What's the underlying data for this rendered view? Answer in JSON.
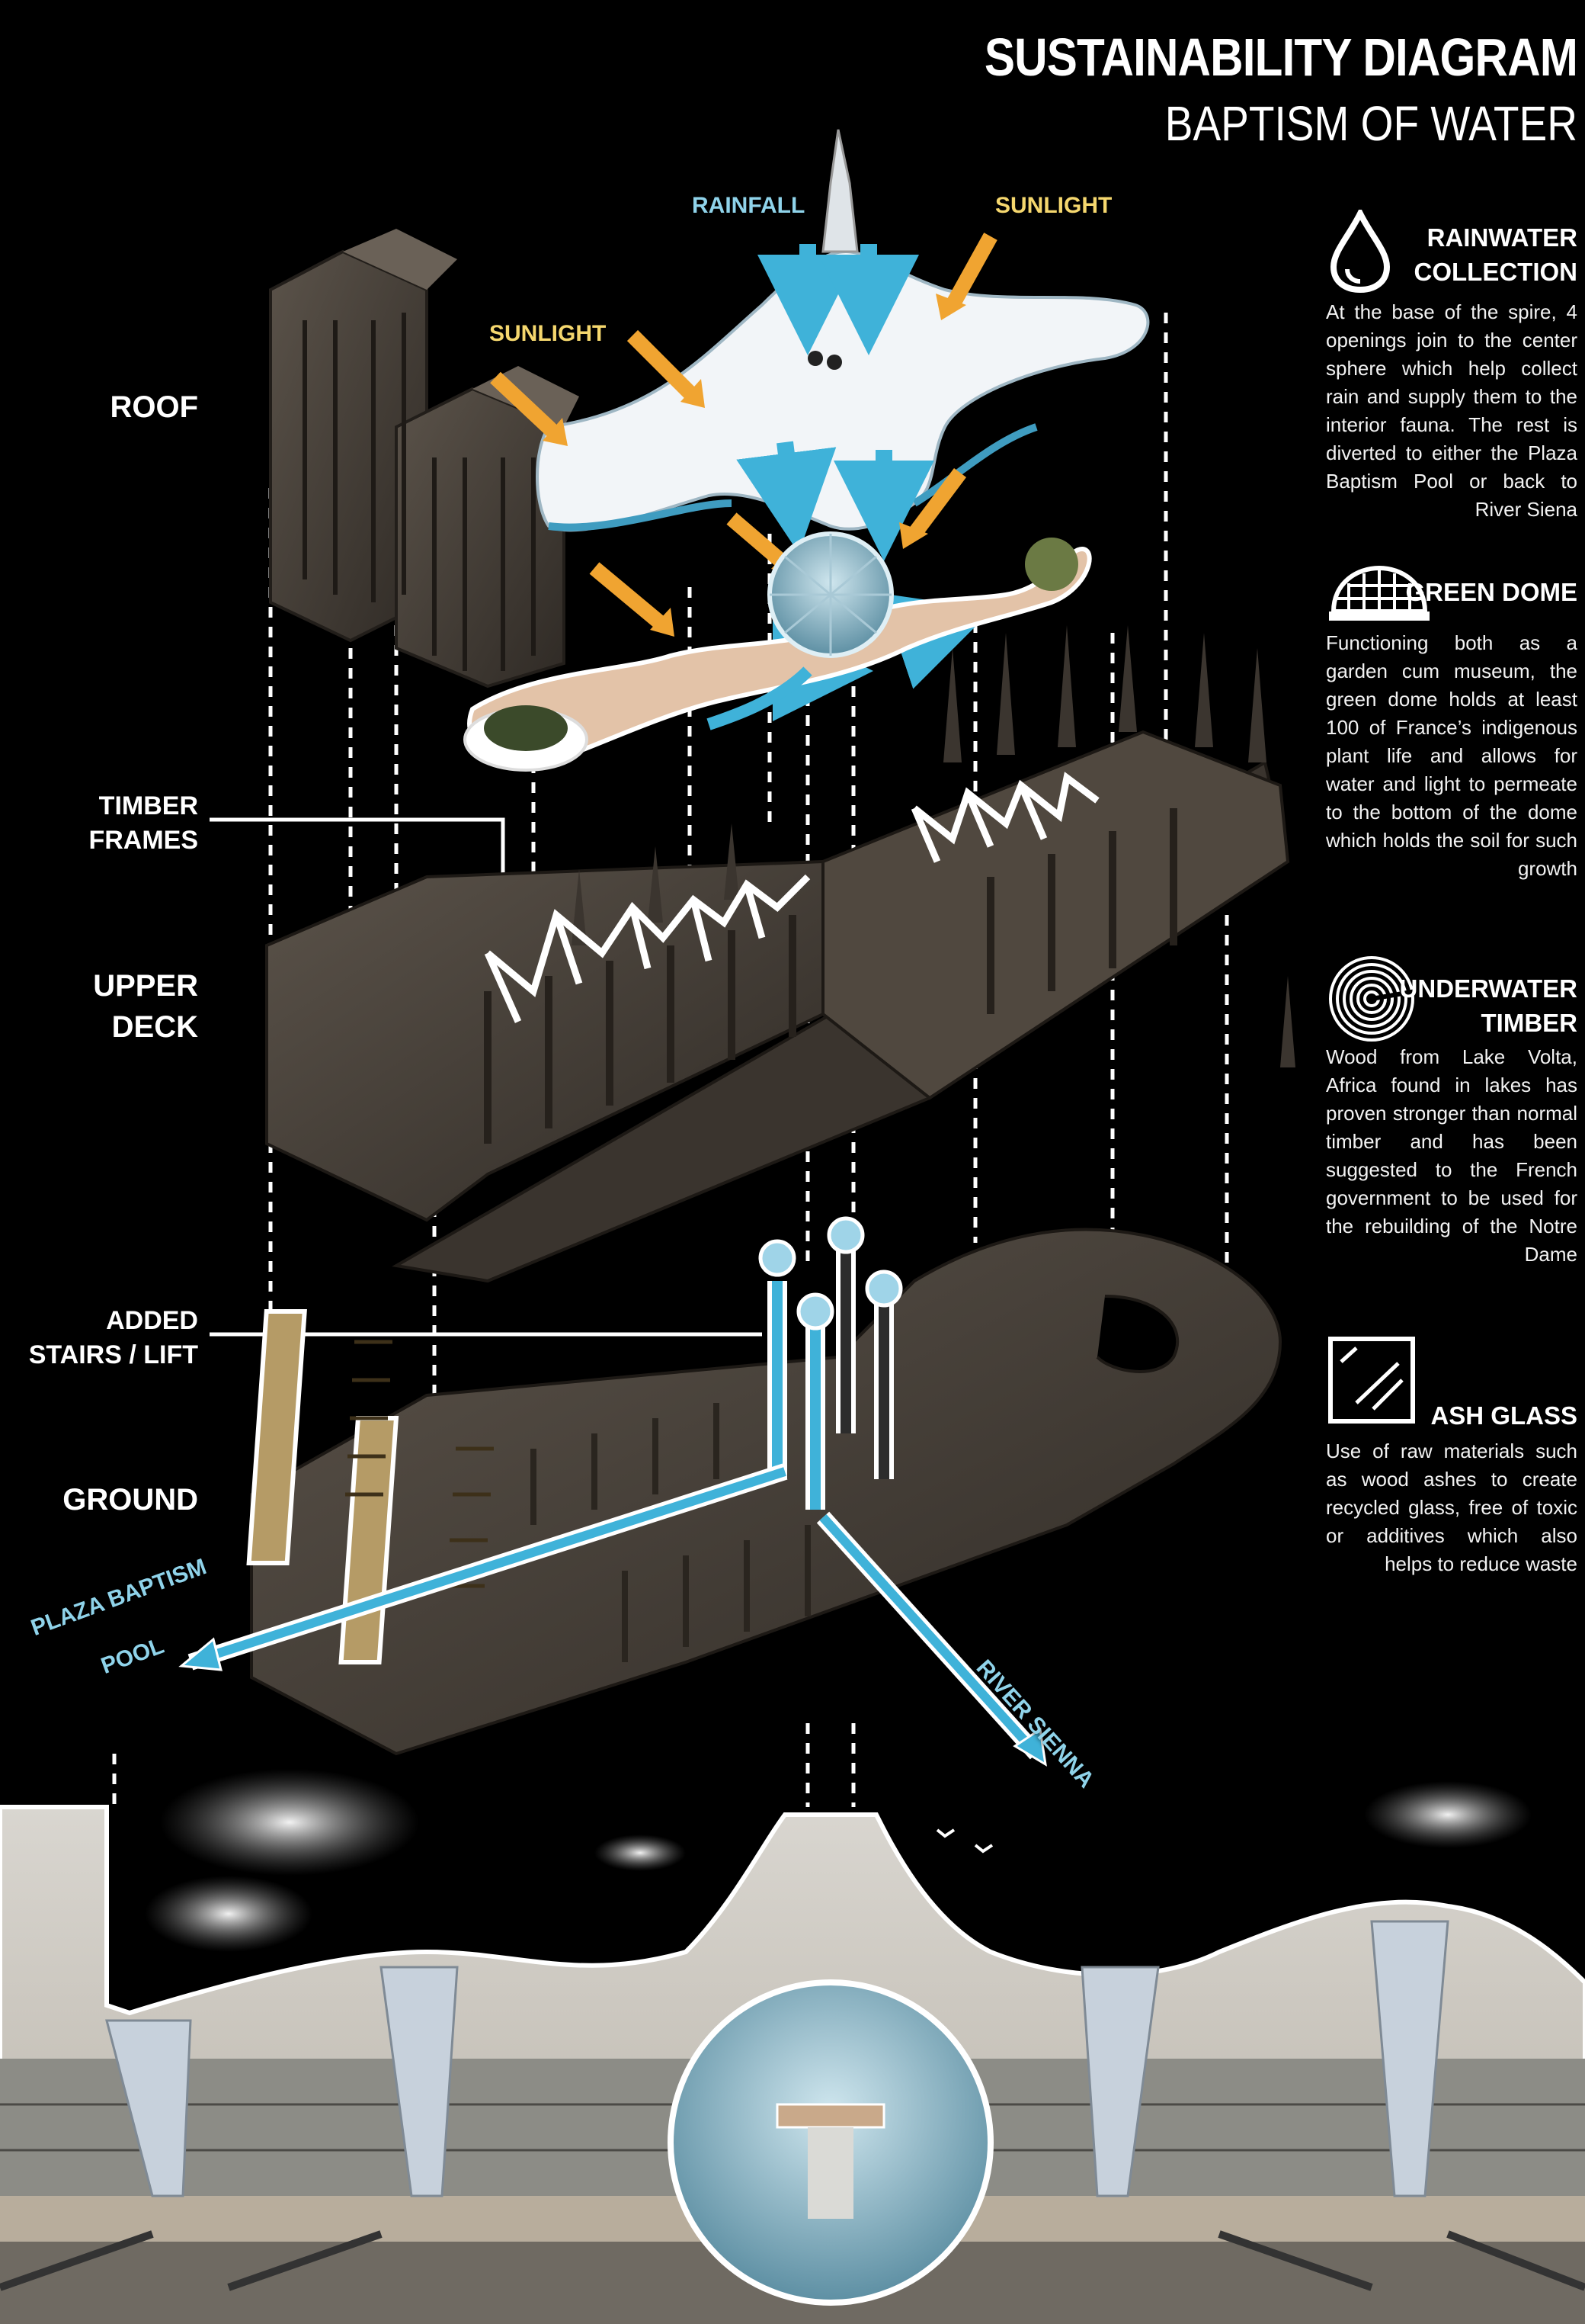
{
  "header": {
    "title": "SUSTAINABILITY DIAGRAM",
    "subtitle": "BAPTISM OF WATER"
  },
  "levels": {
    "roof": "ROOF",
    "timber_frames_line1": "TIMBER",
    "timber_frames_line2": "FRAMES",
    "upper_deck_line1": "UPPER",
    "upper_deck_line2": "DECK",
    "added_stairs_line1": "ADDED",
    "added_stairs_line2": "STAIRS / LIFT",
    "ground": "GROUND"
  },
  "flows": {
    "rainfall": "RAINFALL",
    "sunlight_right": "SUNLIGHT",
    "sunlight_left": "SUNLIGHT",
    "plaza_line1": "PLAZA BAPTISM",
    "plaza_line2": "POOL",
    "river": "RIVER SIENNA"
  },
  "legend": [
    {
      "icon": "water-drop-icon",
      "title_line1": "RAINWATER",
      "title_line2": "COLLECTION",
      "text": "At the base of the spire, 4 openings join to the center sphere which help collect rain and supply them to the interior fauna. The rest is diverted to either the Plaza Baptism Pool or back to River Siena"
    },
    {
      "icon": "dome-icon",
      "title_line1": "GREEN DOME",
      "title_line2": "",
      "text": "Functioning both as a garden cum museum, the green dome holds at least 100 of France’s indigenous plant life and allows for water and light to permeate to the bottom of the dome which holds the soil for such growth"
    },
    {
      "icon": "tree-rings-icon",
      "title_line1": "UNDERWATER",
      "title_line2": "TIMBER",
      "text": "Wood from Lake Volta, Africa found in lakes has proven stronger than normal timber and has been suggested to the French government to be used for the rebuilding of the Notre Dame"
    },
    {
      "icon": "glass-pane-icon",
      "title_line1": "ASH GLASS",
      "title_line2": "",
      "text": "Use of raw materials such as wood ashes to create recycled glass, free of toxic or additives which also helps to reduce waste"
    }
  ],
  "colors": {
    "background": "#000000",
    "stone": "#4a433b",
    "water": "#3fb2d9",
    "sun": "#f0a431",
    "roof": "#f2f5f8"
  }
}
